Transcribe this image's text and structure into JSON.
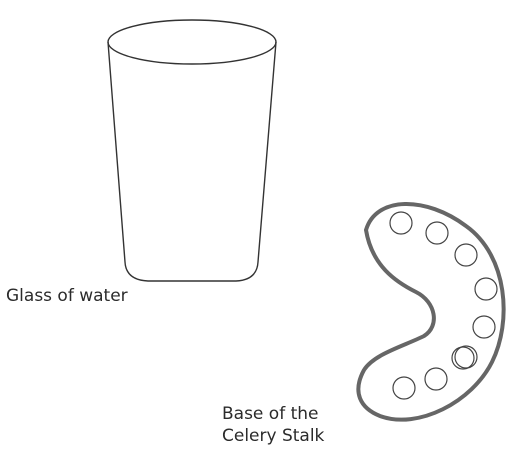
{
  "labels": {
    "glass": "Glass of water",
    "celery_line1": "Base of the",
    "celery_line2": "Celery Stalk"
  },
  "colors": {
    "glass_stroke": "#333333",
    "celery_stroke": "#666666",
    "circle_stroke": "#444444",
    "text": "#2b2b2b",
    "background": "#ffffff"
  },
  "celery_cross_section": {
    "vascular_bundle_count": 9
  }
}
